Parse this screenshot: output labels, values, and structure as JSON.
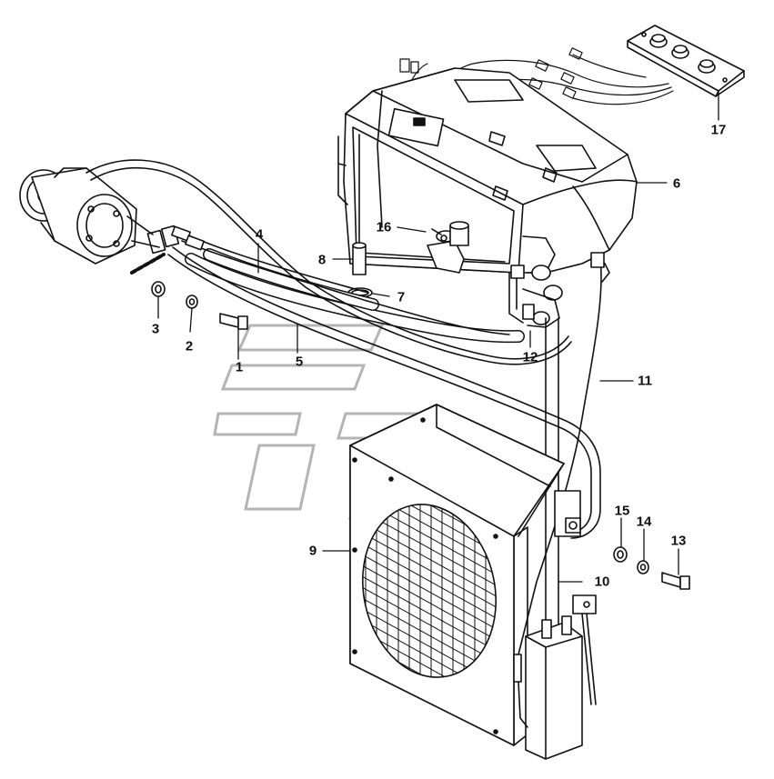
{
  "diagram": {
    "kind": "exploded-parts-diagram",
    "ink_color": "#111111",
    "watermark_color": "#b4b4b4",
    "callouts": [
      {
        "id": "c1",
        "label": "1"
      },
      {
        "id": "c2",
        "label": "2"
      },
      {
        "id": "c3",
        "label": "3"
      },
      {
        "id": "c4",
        "label": "4"
      },
      {
        "id": "c5",
        "label": "5"
      },
      {
        "id": "c6",
        "label": "6"
      },
      {
        "id": "c7",
        "label": "7"
      },
      {
        "id": "c8",
        "label": "8"
      },
      {
        "id": "c9",
        "label": "9"
      },
      {
        "id": "c10",
        "label": "10"
      },
      {
        "id": "c11",
        "label": "11"
      },
      {
        "id": "c12",
        "label": "12"
      },
      {
        "id": "c13",
        "label": "13"
      },
      {
        "id": "c14",
        "label": "14"
      },
      {
        "id": "c15",
        "label": "15"
      },
      {
        "id": "c16",
        "label": "16"
      },
      {
        "id": "c17",
        "label": "17"
      }
    ],
    "parts": [
      "compressor-icon",
      "hose-assembly-icon",
      "evaporator-heater-unit-icon",
      "expansion-valve-icon",
      "control-panel-icon",
      "condenser-icon",
      "condenser-fan-grille-icon",
      "receiver-drier-icon",
      "bolt-icon",
      "washer-icon",
      "wiring-harness-icon"
    ]
  }
}
